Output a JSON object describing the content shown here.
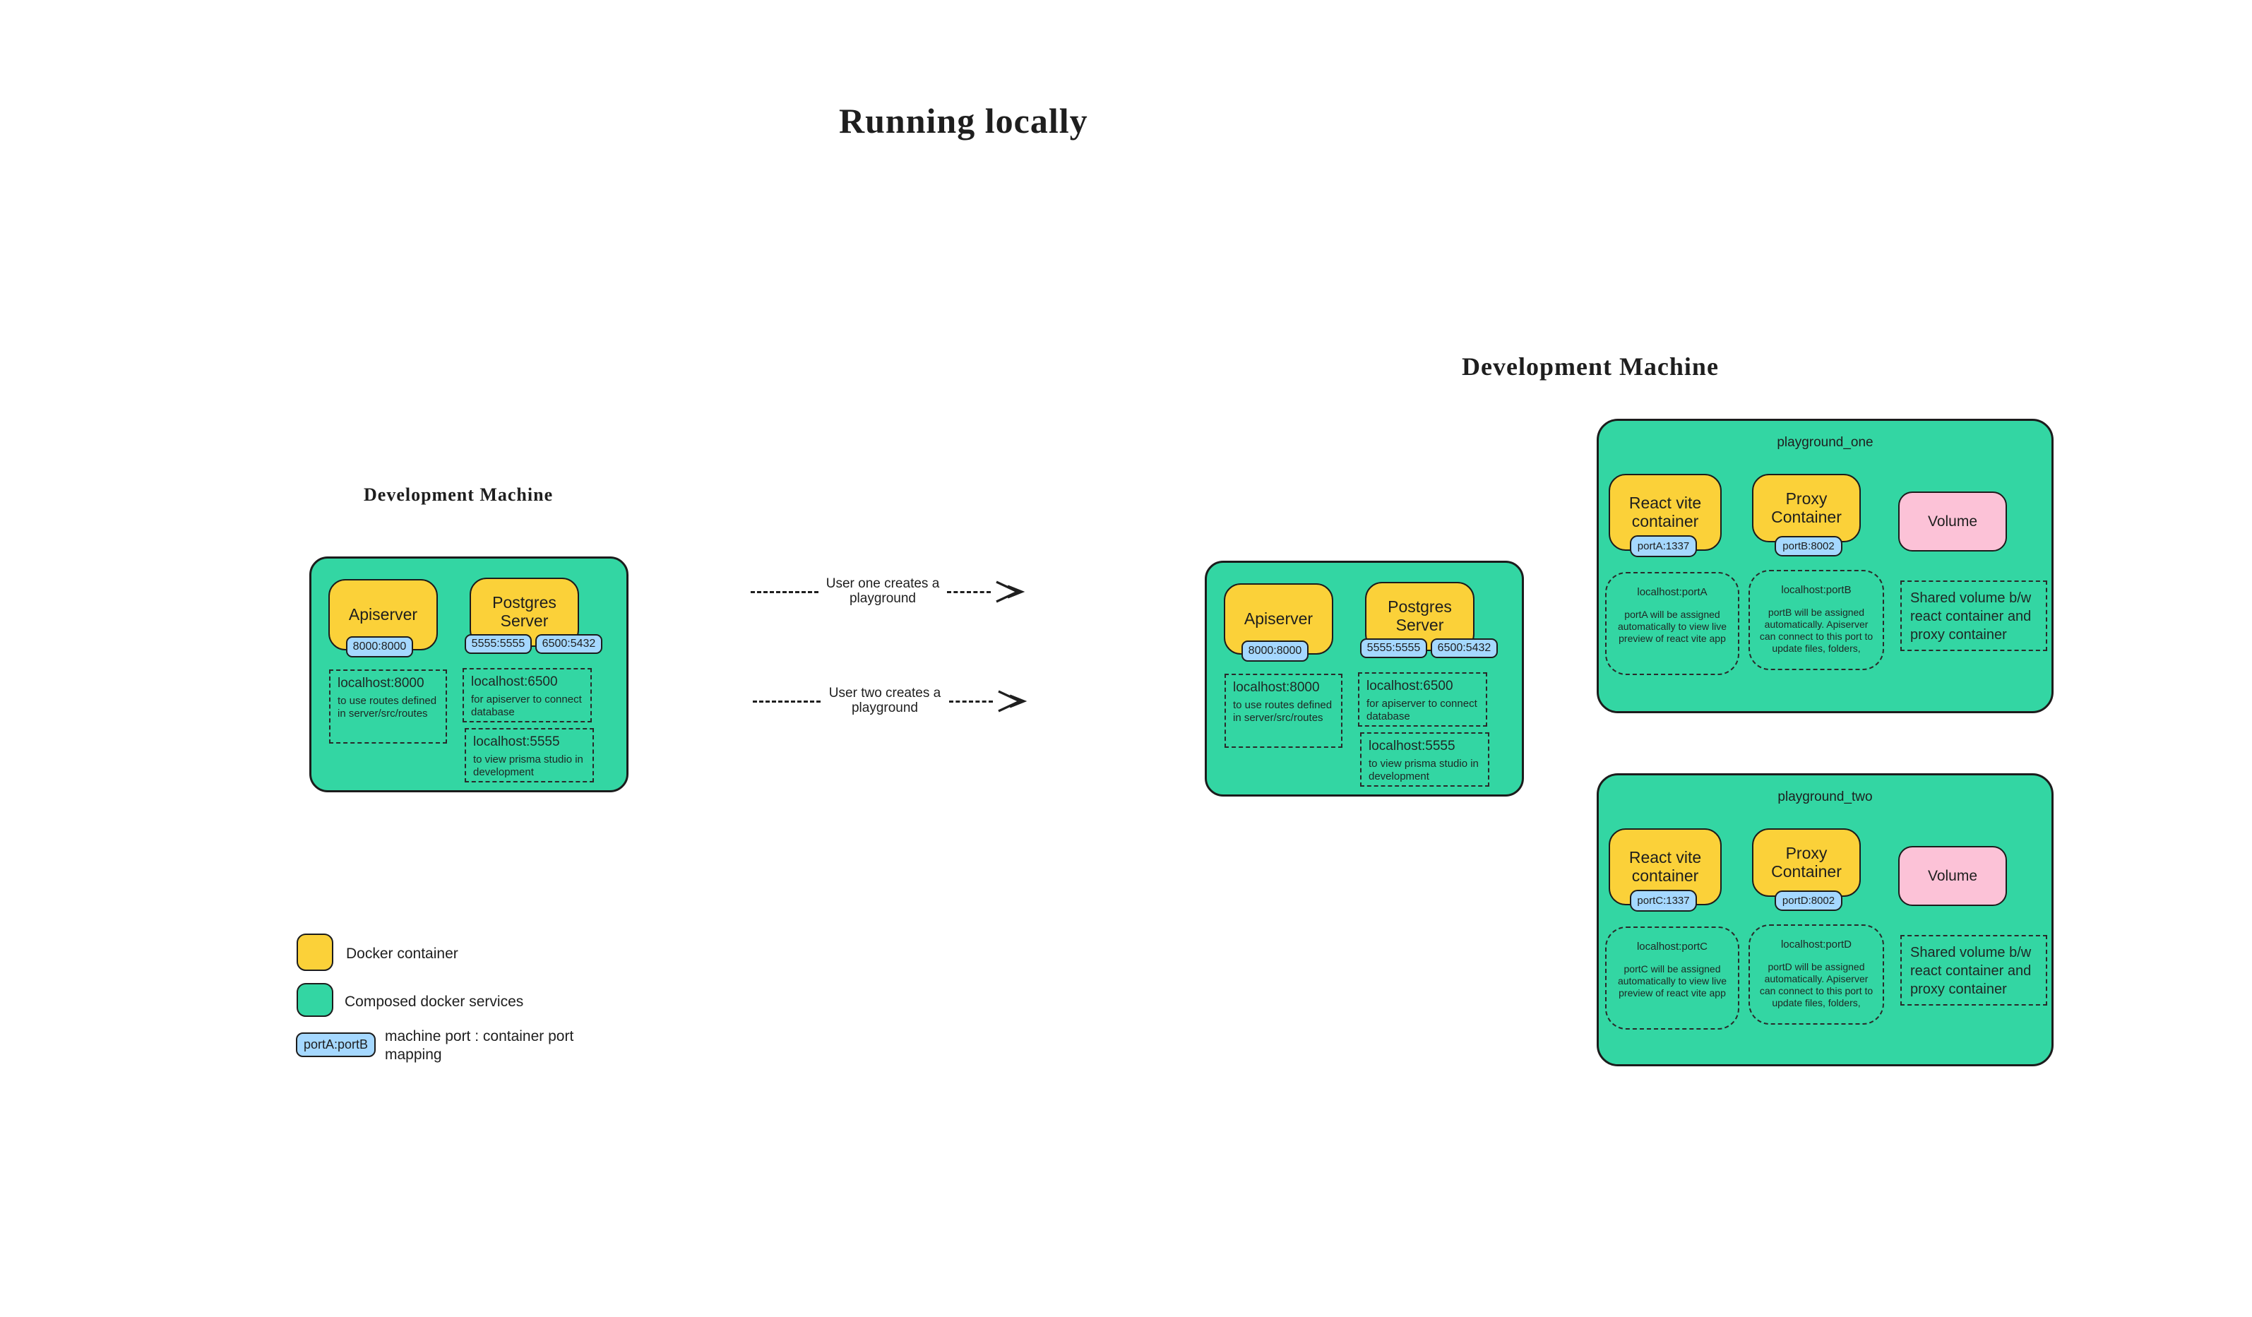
{
  "title": "Running locally",
  "left_machine_label": "Development Machine",
  "right_machines_header": "Development Machine",
  "dev_machine": {
    "containers": [
      {
        "name": "Apiserver",
        "ports": [
          "8000:8000"
        ]
      },
      {
        "name": "Postgres Server",
        "ports": [
          "5555:5555",
          "6500:5432"
        ]
      }
    ],
    "notes": [
      {
        "title": "localhost:8000",
        "body": "to use routes defined in server/src/routes"
      },
      {
        "title": "localhost:6500",
        "body": "for apiserver to connect database"
      },
      {
        "title": "localhost:5555",
        "body": "to view prisma studio in development"
      }
    ]
  },
  "arrows": [
    {
      "label": "User one creates a playground"
    },
    {
      "label": "User two creates a playground"
    }
  ],
  "playgrounds": [
    {
      "label": "playground_one",
      "react_container": {
        "name": "React vite container",
        "port": "portA:1337"
      },
      "proxy_container": {
        "name": "Proxy Container",
        "port": "portB:8002"
      },
      "volume_label": "Volume",
      "notes": [
        {
          "title": "localhost:portA",
          "body": "portA will be assigned automatically to view live preview of react vite app"
        },
        {
          "title": "localhost:portB",
          "body": "portB will be assigned automatically. Apiserver can connect to this port to update files, folders,"
        }
      ],
      "shared_volume_note": "Shared volume b/w react container and proxy container"
    },
    {
      "label": "playground_two",
      "react_container": {
        "name": "React vite container",
        "port": "portC:1337"
      },
      "proxy_container": {
        "name": "Proxy Container",
        "port": "portD:8002"
      },
      "volume_label": "Volume",
      "notes": [
        {
          "title": "localhost:portC",
          "body": "portC will be assigned automatically to view live preview of react vite app"
        },
        {
          "title": "localhost:portD",
          "body": "portD will be assigned automatically. Apiserver can connect to this port to update files, folders,"
        }
      ],
      "shared_volume_note": "Shared volume b/w react container and proxy container"
    }
  ],
  "legend": {
    "items": [
      {
        "swatch": "docker-container-yellow",
        "label": "Docker container"
      },
      {
        "swatch": "composed-services-green",
        "label": "Composed docker services"
      },
      {
        "badge": "portA:portB",
        "label": "machine port : container port mapping"
      }
    ]
  },
  "colors": {
    "service_green": "#33d6a3",
    "container_yellow": "#fbd139",
    "port_badge_blue": "#a5d8ff",
    "volume_pink": "#fcc2d7",
    "ink": "#1e1e1e"
  }
}
